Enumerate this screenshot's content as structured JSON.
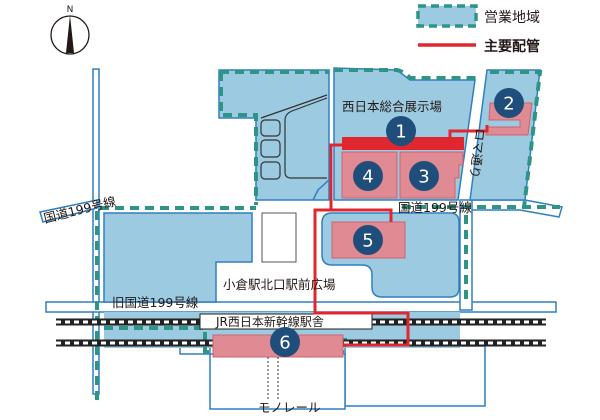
{
  "compass": {
    "north_label": "N"
  },
  "legend": {
    "zone_label": "営業地域",
    "pipe_label": "主要配管"
  },
  "labels": {
    "exhibition_hall": "西日本総合展示場",
    "route199_right": "国道199号線",
    "route199_left": "国道199号線",
    "old_route199": "旧国道199号線",
    "station_plaza": "小倉駅北口駅前広場",
    "jr_station": "JR西日本新幹線駅舎",
    "roma_street": "ロマ通り",
    "monorail": "モノレール"
  },
  "markers": [
    "1",
    "2",
    "3",
    "4",
    "5",
    "6"
  ],
  "colors": {
    "block": "#9ccbe1",
    "road_outline": "#2f7fc1",
    "zone": "#2e9488",
    "facility": "#e08a93",
    "pipe": "#e0262e",
    "marker": "#1f4e7a"
  }
}
